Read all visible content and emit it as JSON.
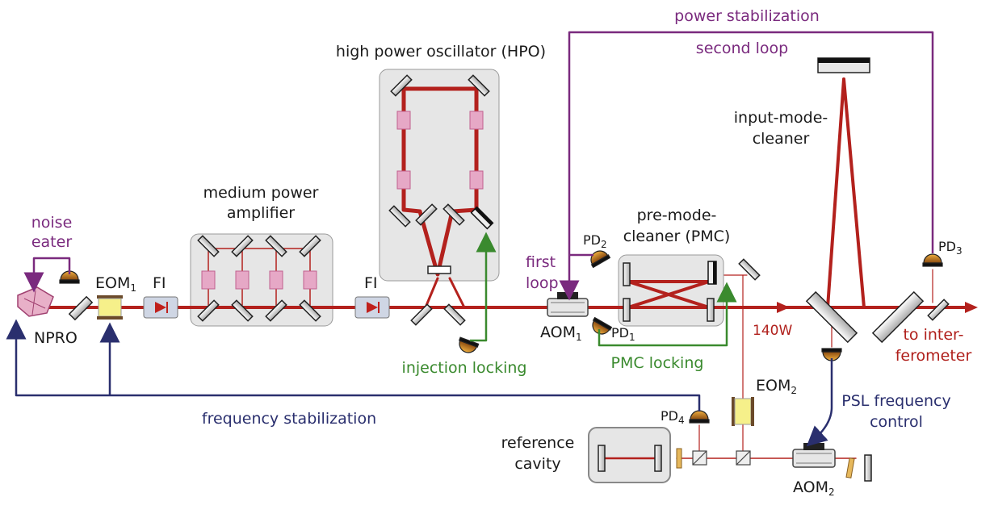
{
  "labels": {
    "noise_eater": [
      "noise",
      "eater"
    ],
    "npro": "NPRO",
    "eom1": {
      "base": "EOM",
      "sub": "1"
    },
    "fi1": "FI",
    "fi2": "FI",
    "mpa": [
      "medium power",
      "amplifier"
    ],
    "hpo": "high power oscillator (HPO)",
    "injection_locking": "injection locking",
    "first_loop": [
      "first",
      "loop"
    ],
    "aom1": {
      "base": "AOM",
      "sub": "1"
    },
    "pd1": {
      "base": "PD",
      "sub": "1"
    },
    "pd2": {
      "base": "PD",
      "sub": "2"
    },
    "pd3": {
      "base": "PD",
      "sub": "3"
    },
    "pd4": {
      "base": "PD",
      "sub": "4"
    },
    "pmc": [
      "pre-mode-",
      "cleaner (PMC)"
    ],
    "pmc_locking": "PMC locking",
    "power_stab": "power stabilization",
    "second_loop": "second loop",
    "imc": [
      "input-mode-",
      "cleaner"
    ],
    "power": "140W",
    "to_ifo": [
      "to inter-",
      "ferometer"
    ],
    "eom2": {
      "base": "EOM",
      "sub": "2"
    },
    "psl_fc": [
      "PSL frequency",
      "control"
    ],
    "freq_stab": "frequency stabilization",
    "ref_cavity": [
      "reference",
      "cavity"
    ],
    "aom2": {
      "base": "AOM",
      "sub": "2"
    }
  },
  "colors": {
    "beam": "#b3211d",
    "purple": "#7a2a7e",
    "green": "#3a8a2e",
    "navy": "#2a2f6e",
    "box": "#e6e6e6"
  }
}
